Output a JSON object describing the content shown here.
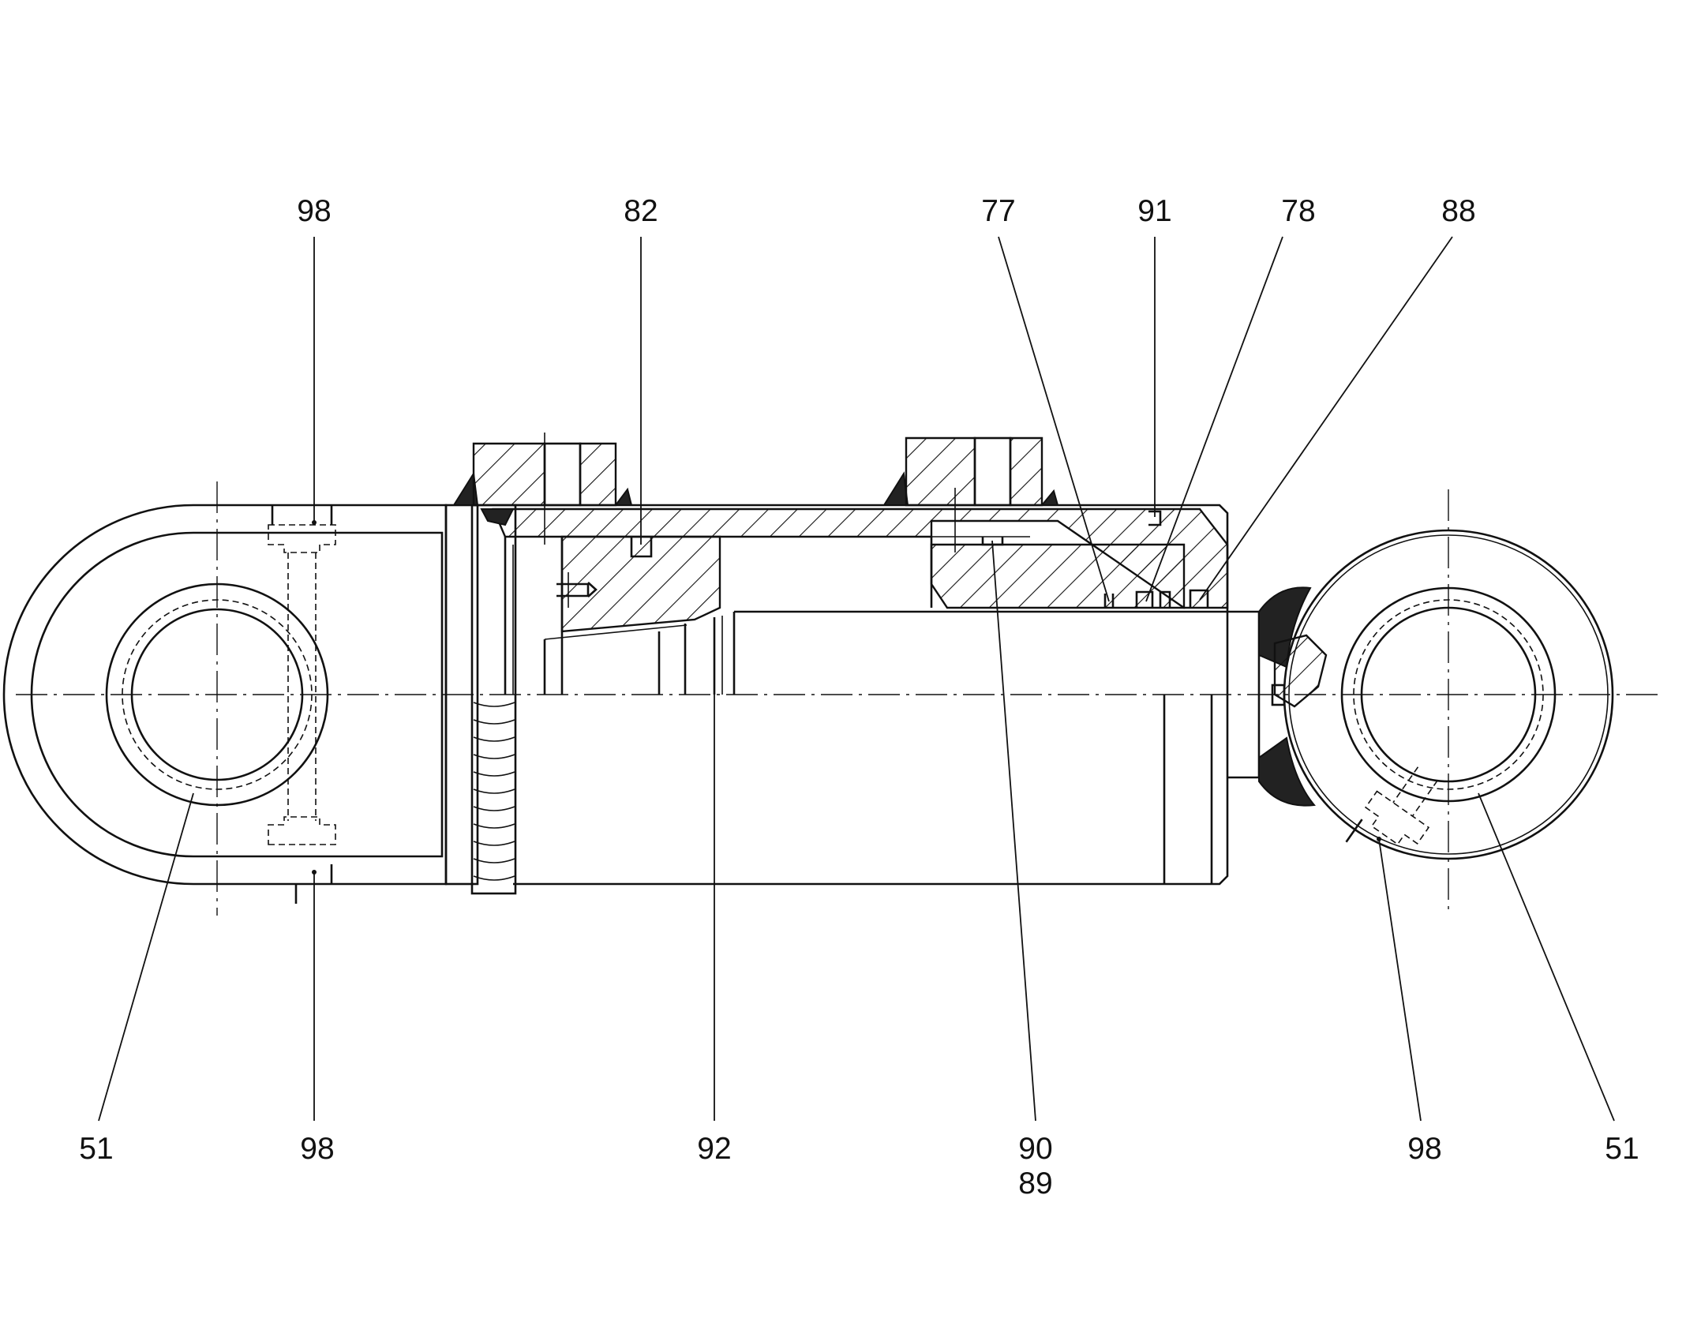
{
  "callouts": {
    "top_98": "98",
    "top_82": "82",
    "top_77": "77",
    "top_91": "91",
    "top_78": "78",
    "top_88": "88",
    "bottom_51_left": "51",
    "bottom_98_left": "98",
    "bottom_92": "92",
    "bottom_90": "90",
    "bottom_89": "89",
    "bottom_98_right": "98",
    "bottom_51_right": "51"
  },
  "colors": {
    "ink": "#111111",
    "background": "#ffffff"
  }
}
